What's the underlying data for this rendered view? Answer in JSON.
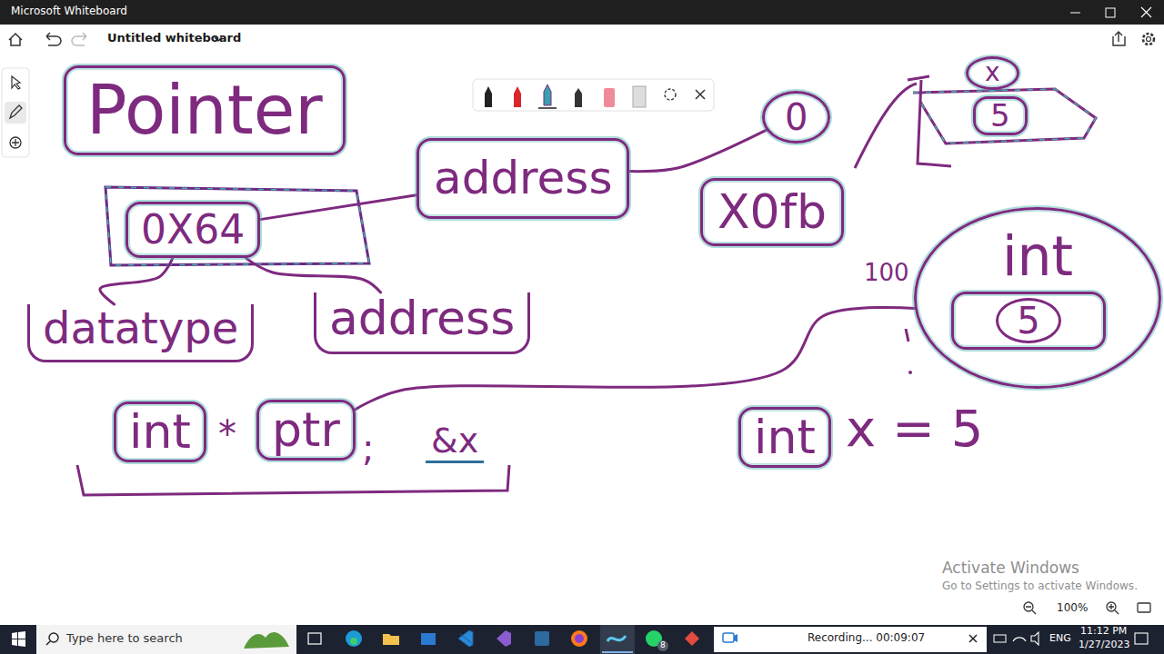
{
  "diagram": {
    "nodes": [
      {
        "text": [
          "Pointer"
        ]
      },
      {
        "text": [
          "0X64"
        ]
      },
      {
        "text": [
          "address"
        ]
      },
      {
        "text": [
          "0"
        ]
      },
      {
        "text": [
          "X0fb"
        ]
      },
      {
        "text": [
          "x"
        ]
      },
      {
        "text": [
          "5"
        ]
      },
      {
        "text": [
          "int"
        ]
      },
      {
        "text": [
          "5"
        ],
        "in": 7
      },
      {
        "text": [
          "datatype"
        ]
      },
      {
        "text": [
          "address"
        ]
      },
      {
        "text": [
          "int"
        ]
      },
      {
        "text": [
          "ptr"
        ]
      },
      {
        "text": [
          "&x"
        ]
      },
      {
        "text": [
          "int"
        ]
      }
    ],
    "edges": [
      {
        "from": 1,
        "to": 2,
        "arrow": "none"
      },
      {
        "from": 2,
        "to": 3,
        "arrow": "none"
      },
      {
        "from": 1,
        "to": 9,
        "arrow": "none"
      },
      {
        "from": 1,
        "to": 10,
        "arrow": "none"
      },
      {
        "from": 12,
        "to": 7,
        "arrow": "none"
      }
    ],
    "labels": [
      "Microsoft Whiteboard",
      "Untitled whiteboard",
      "*",
      ";",
      "100",
      "x = 5",
      "Activate Windows",
      "Go to Settings to activate Windows.",
      "100%",
      "Type here to search",
      "8",
      "Recording... 00:09:07",
      "ENG",
      "11:12 PM",
      "1/27/2023"
    ]
  }
}
